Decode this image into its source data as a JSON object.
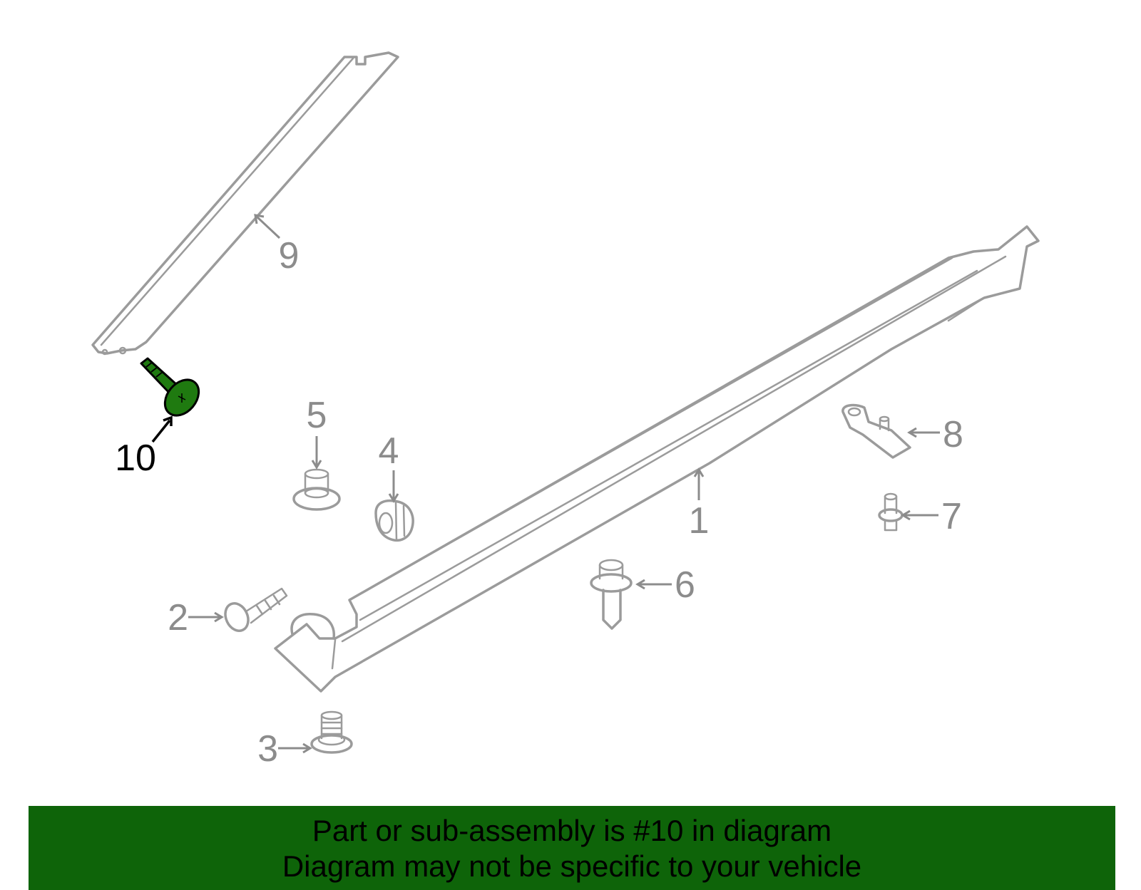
{
  "callouts": [
    {
      "id": 1,
      "label": "1"
    },
    {
      "id": 2,
      "label": "2"
    },
    {
      "id": 3,
      "label": "3"
    },
    {
      "id": 4,
      "label": "4"
    },
    {
      "id": 5,
      "label": "5"
    },
    {
      "id": 6,
      "label": "6"
    },
    {
      "id": 7,
      "label": "7"
    },
    {
      "id": 8,
      "label": "8"
    },
    {
      "id": 9,
      "label": "9"
    },
    {
      "id": 10,
      "label": "10",
      "highlighted": true
    }
  ],
  "banner": {
    "line1": "Part or sub-assembly is #10 in diagram",
    "line2": "Diagram may not be specific to your vehicle"
  },
  "colors": {
    "banner_bg": "#0e6409",
    "highlight_part": "#1f7a10",
    "outline": "#9b9b9b",
    "callout_text": "#8c8c8c"
  }
}
